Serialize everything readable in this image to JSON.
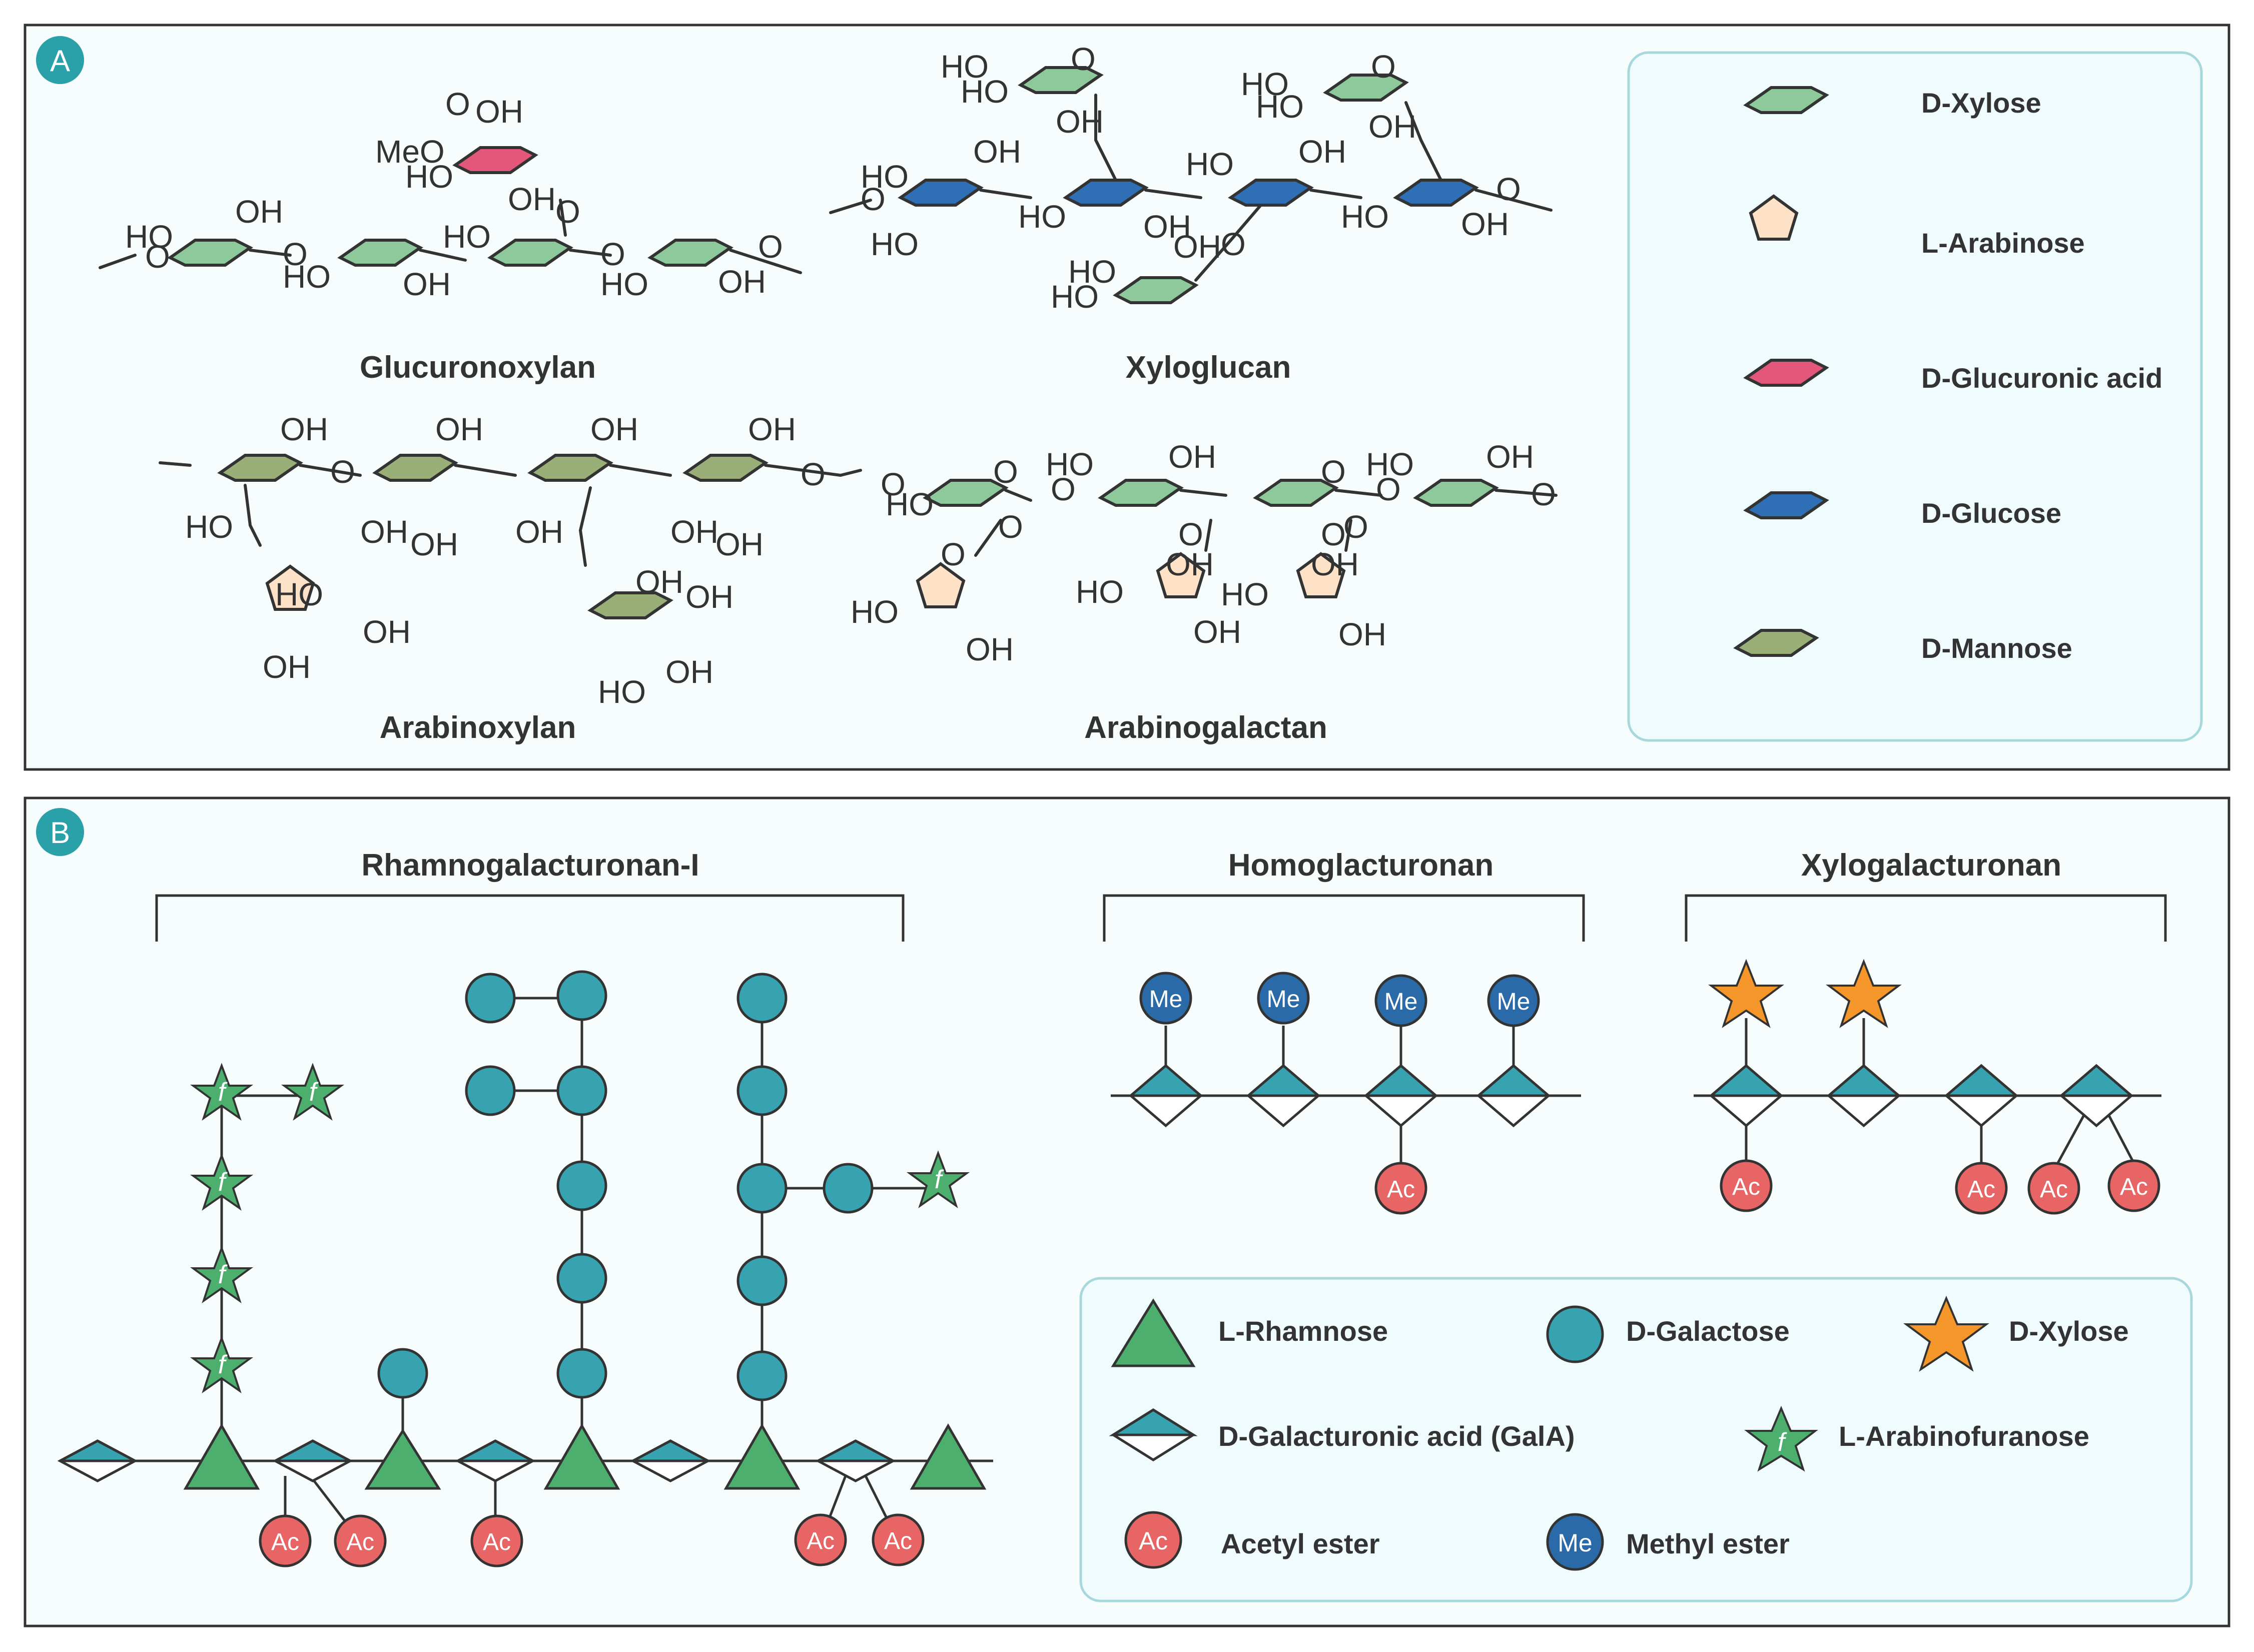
{
  "panelA": {
    "badge": "A",
    "structures": [
      {
        "id": "glucuronoxylan",
        "label": "Glucuronoxylan"
      },
      {
        "id": "xyloglucan",
        "label": "Xyloglucan"
      },
      {
        "id": "arabinoxylan",
        "label": "Arabinoxylan"
      },
      {
        "id": "arabinogalactan",
        "label": "Arabinogalactan"
      }
    ],
    "legend": [
      {
        "name": "D-Xylose",
        "color": "#8dc99b"
      },
      {
        "name": "L-Arabinose",
        "color": "#fde2c8"
      },
      {
        "name": "D-Glucuronic acid",
        "color": "#e2577a"
      },
      {
        "name": "D-Glucose",
        "color": "#2f6fb5"
      },
      {
        "name": "D-Mannose",
        "color": "#9aae78"
      }
    ],
    "atoms": {
      "oh": "OH",
      "ho": "HO",
      "o": "O",
      "meo": "MeO"
    }
  },
  "panelB": {
    "badge": "B",
    "groups": [
      {
        "id": "rg1",
        "label": "Rhamnogalacturonan-I"
      },
      {
        "id": "hg",
        "label": "Homoglacturonan"
      },
      {
        "id": "xg",
        "label": "Xylogalacturonan"
      }
    ],
    "ac": "Ac",
    "me": "Me",
    "furanose": "f",
    "legend": [
      {
        "name": "L-Rhamnose",
        "symbol": "triangle"
      },
      {
        "name": "D-Galactose",
        "symbol": "circle"
      },
      {
        "name": "D-Xylose",
        "symbol": "star"
      },
      {
        "name": "D-Galacturonic acid (GalA)",
        "symbol": "diamond"
      },
      {
        "name": "L-Arabinofuranose",
        "symbol": "f-star"
      },
      {
        "name": "Acetyl ester",
        "symbol": "ac-circle"
      },
      {
        "name": "Methyl ester",
        "symbol": "me-circle"
      }
    ]
  },
  "colors": {
    "panel_bg": "#f7fcfd",
    "legend_bg": "#effbfc",
    "legend_border": "#a7d8dc",
    "badge": "#2aa0a8",
    "xylose": "#8dc99b",
    "arabinose": "#fde2c8",
    "glucuronic": "#e2577a",
    "glucose": "#2f6fb5",
    "mannose": "#9aae78",
    "rhamnose": "#4caf6e",
    "galactose": "#37a3b0",
    "galA_top": "#37a3b0",
    "xylose_star": "#f5962a",
    "arabinofuranose": "#4caf6e",
    "acetyl": "#e86565",
    "methyl": "#2a6aa8"
  }
}
